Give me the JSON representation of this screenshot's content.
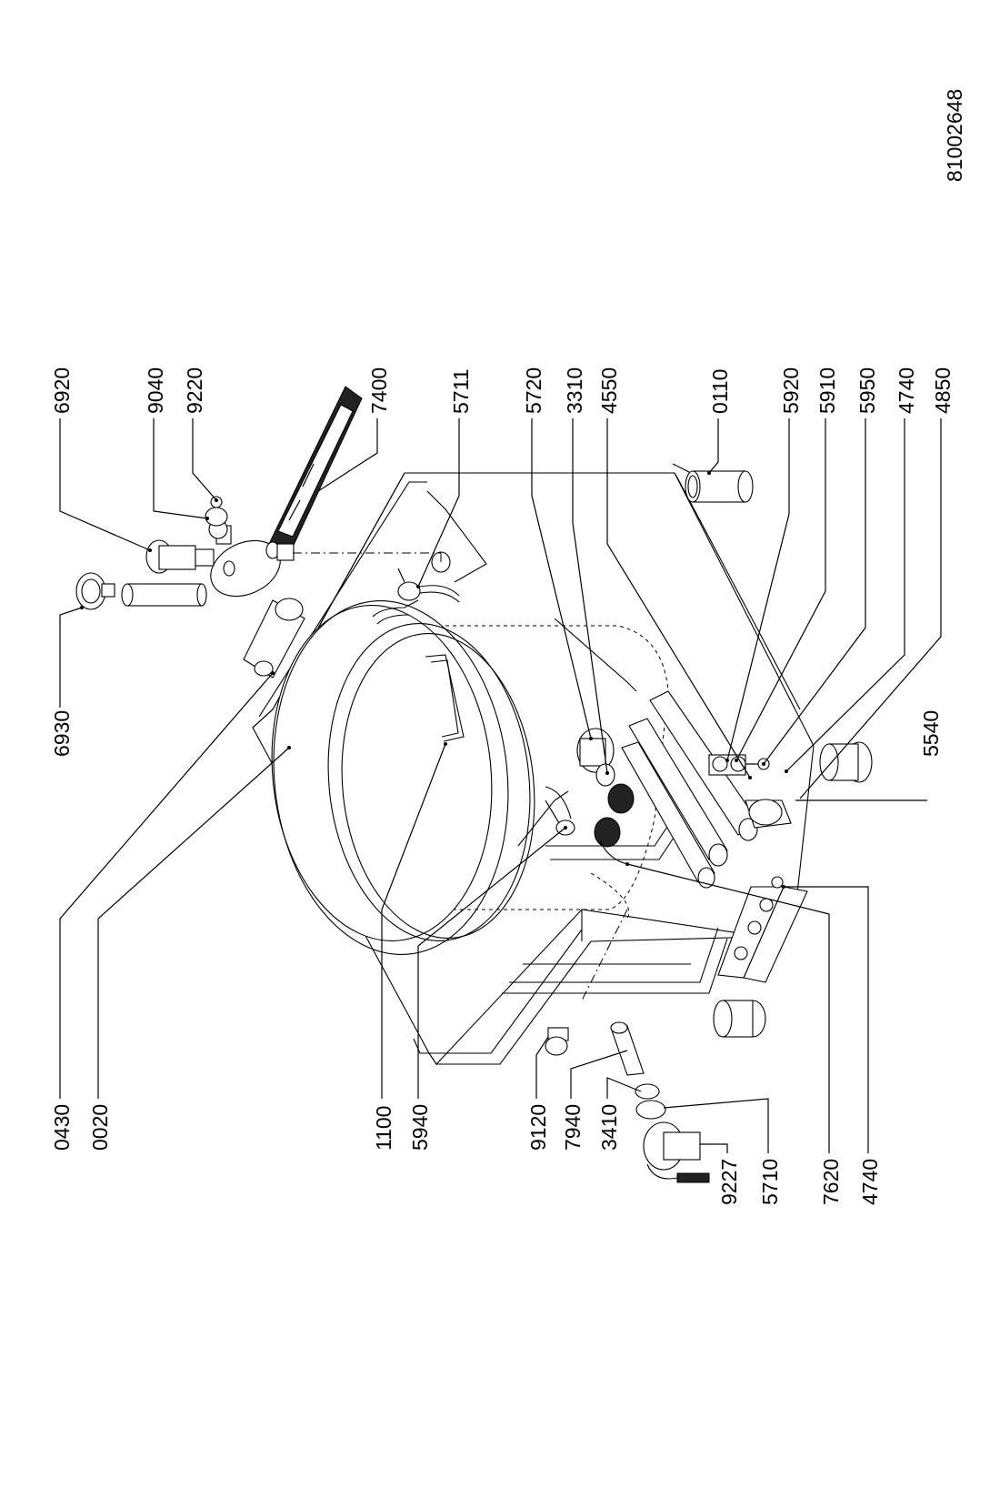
{
  "document_number": "81002648",
  "part_numbers": {
    "top": [
      "6920",
      "9040",
      "9220",
      "7400",
      "5711",
      "5720",
      "3310",
      "4550",
      "0110",
      "5920",
      "5910",
      "5950",
      "4740",
      "4850"
    ],
    "left": [
      "6930"
    ],
    "right": [
      "5540"
    ],
    "bottom": [
      "0430",
      "0020",
      "1100",
      "5940",
      "9120",
      "7940",
      "3410",
      "9227",
      "5710",
      "7620",
      "4740"
    ]
  }
}
